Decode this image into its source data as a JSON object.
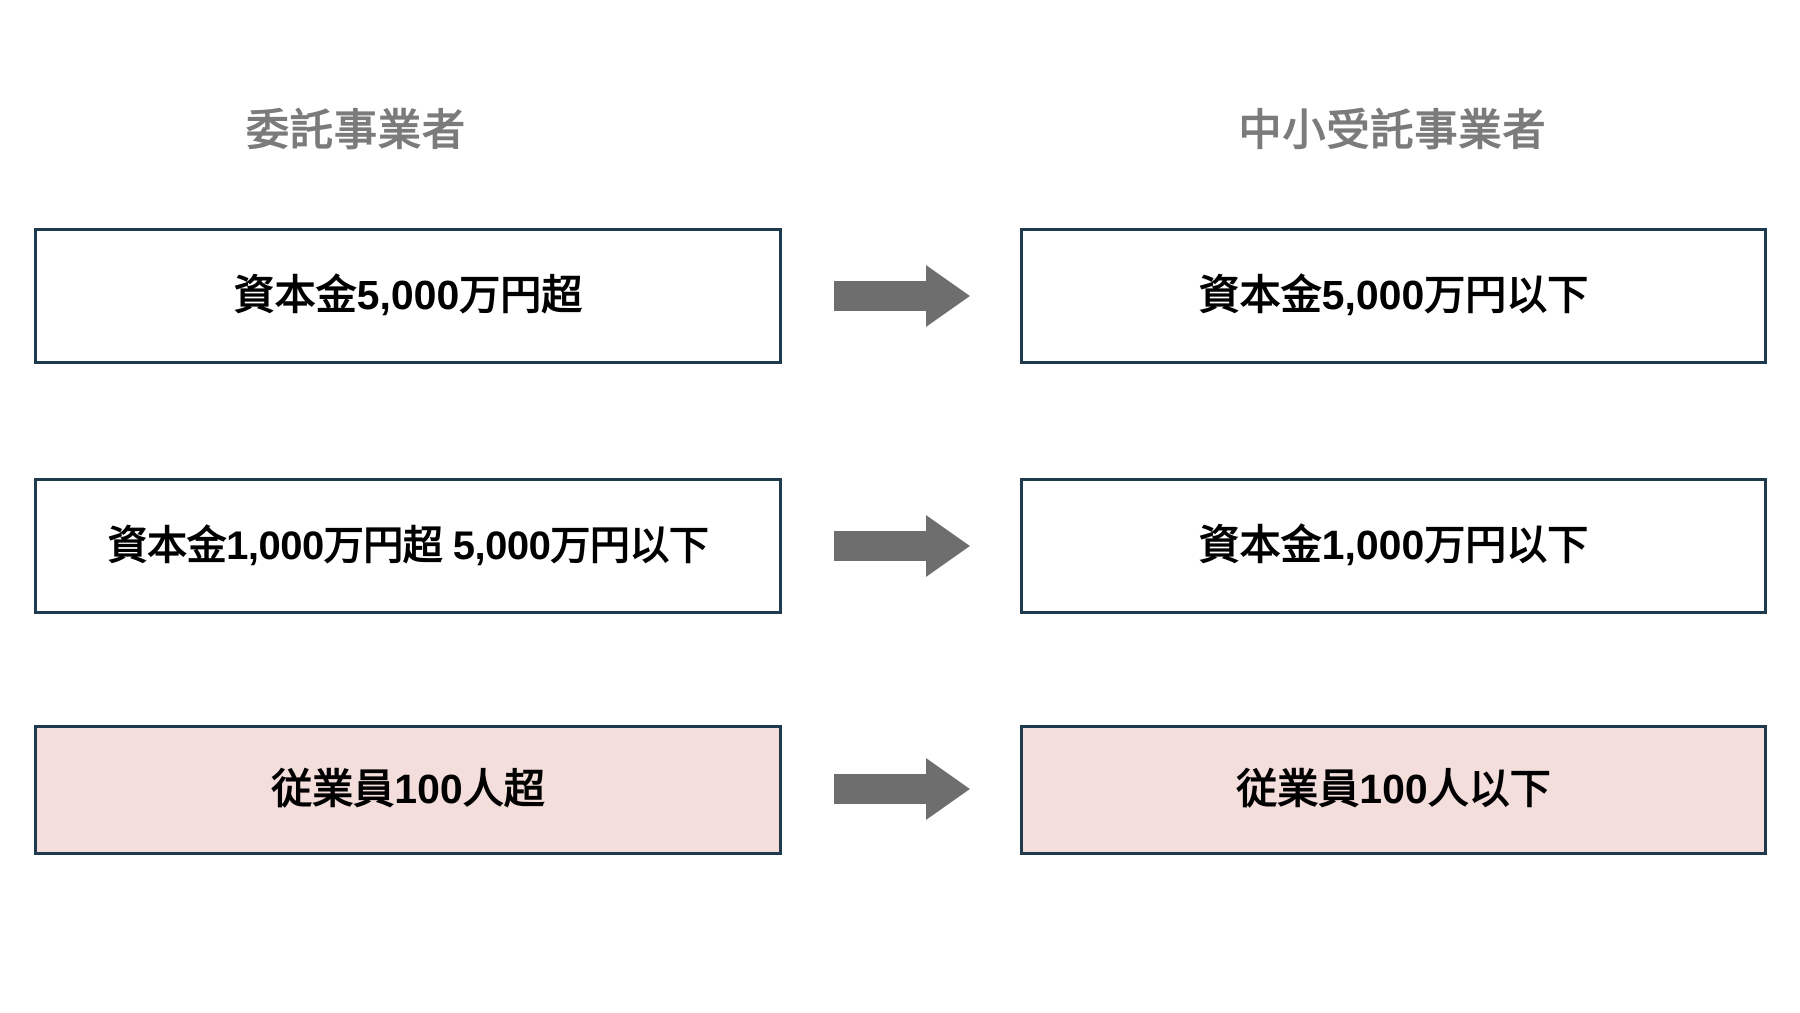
{
  "figure": {
    "type": "two-column-mapping-diagram",
    "background_color": "#ffffff"
  },
  "columns": {
    "left": {
      "header": "委託事業者"
    },
    "right": {
      "header": "中小受託事業者"
    }
  },
  "colors": {
    "header_text": "#7b7b7b",
    "box_border": "#1f3a4d",
    "box_fill_default": "#ffffff",
    "box_fill_highlight": "#f4dedc",
    "arrow_fill": "#6e6e6e",
    "label_text": "#000000"
  },
  "rows": [
    {
      "left_label": "資本金5,000万円超",
      "right_label": "資本金5,000万円以下",
      "highlighted": false,
      "arrow": "right-block-arrow"
    },
    {
      "left_label": "資本金1,000万円超 5,000万円以下",
      "right_label": "資本金1,000万円以下",
      "highlighted": false,
      "arrow": "right-block-arrow"
    },
    {
      "left_label": "従業員100人超",
      "right_label": "従業員100人以下",
      "highlighted": true,
      "arrow": "right-block-arrow"
    }
  ]
}
